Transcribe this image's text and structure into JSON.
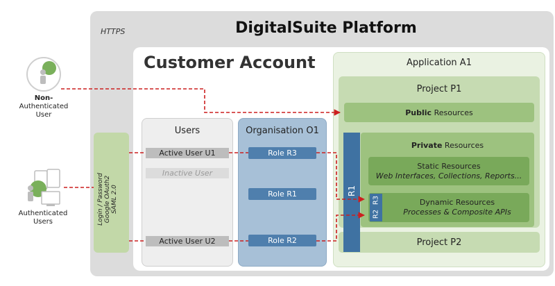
{
  "platform": {
    "protocol": "HTTPS",
    "title": "DigitalSuite Platform"
  },
  "customer": {
    "title": "Customer Account"
  },
  "application": {
    "title": "Application A1",
    "project_p1": {
      "title": "Project P1",
      "public": {
        "bold": "Public",
        "rest": " Resources"
      },
      "private": {
        "bold": "Private",
        "rest": " Resources"
      },
      "static": {
        "title": "Static Resources",
        "subtitle": "Web Interfaces, Collections, Reports..."
      },
      "dynamic": {
        "title": "Dynamic Resources",
        "subtitle": "Processes & Composite APIs"
      }
    },
    "project_p2": "Project P2"
  },
  "users": {
    "title": "Users",
    "active_u1": "Active User U1",
    "inactive": "Inactive User",
    "active_u2": "Active User U2"
  },
  "organisation": {
    "title": "Organisation O1",
    "roles": {
      "r3": "Role R3",
      "r1": "Role R1",
      "r2": "Role R2"
    }
  },
  "role_tags": {
    "r1": "R1",
    "r3": "R3",
    "r2": "R2"
  },
  "auth": {
    "line1": "Login / Password",
    "line2": "Google OAuth2",
    "line3": "SAML 2.0"
  },
  "actors": {
    "non_auth": {
      "line1": "Non-",
      "line2": "Authenticated",
      "line3": "User"
    },
    "auth": {
      "line1": "Authenticated",
      "line2": "Users"
    }
  },
  "colors": {
    "flow": "#cc1f1f",
    "green_accent": "#79a95a",
    "blue_accent": "#3f72a2"
  }
}
